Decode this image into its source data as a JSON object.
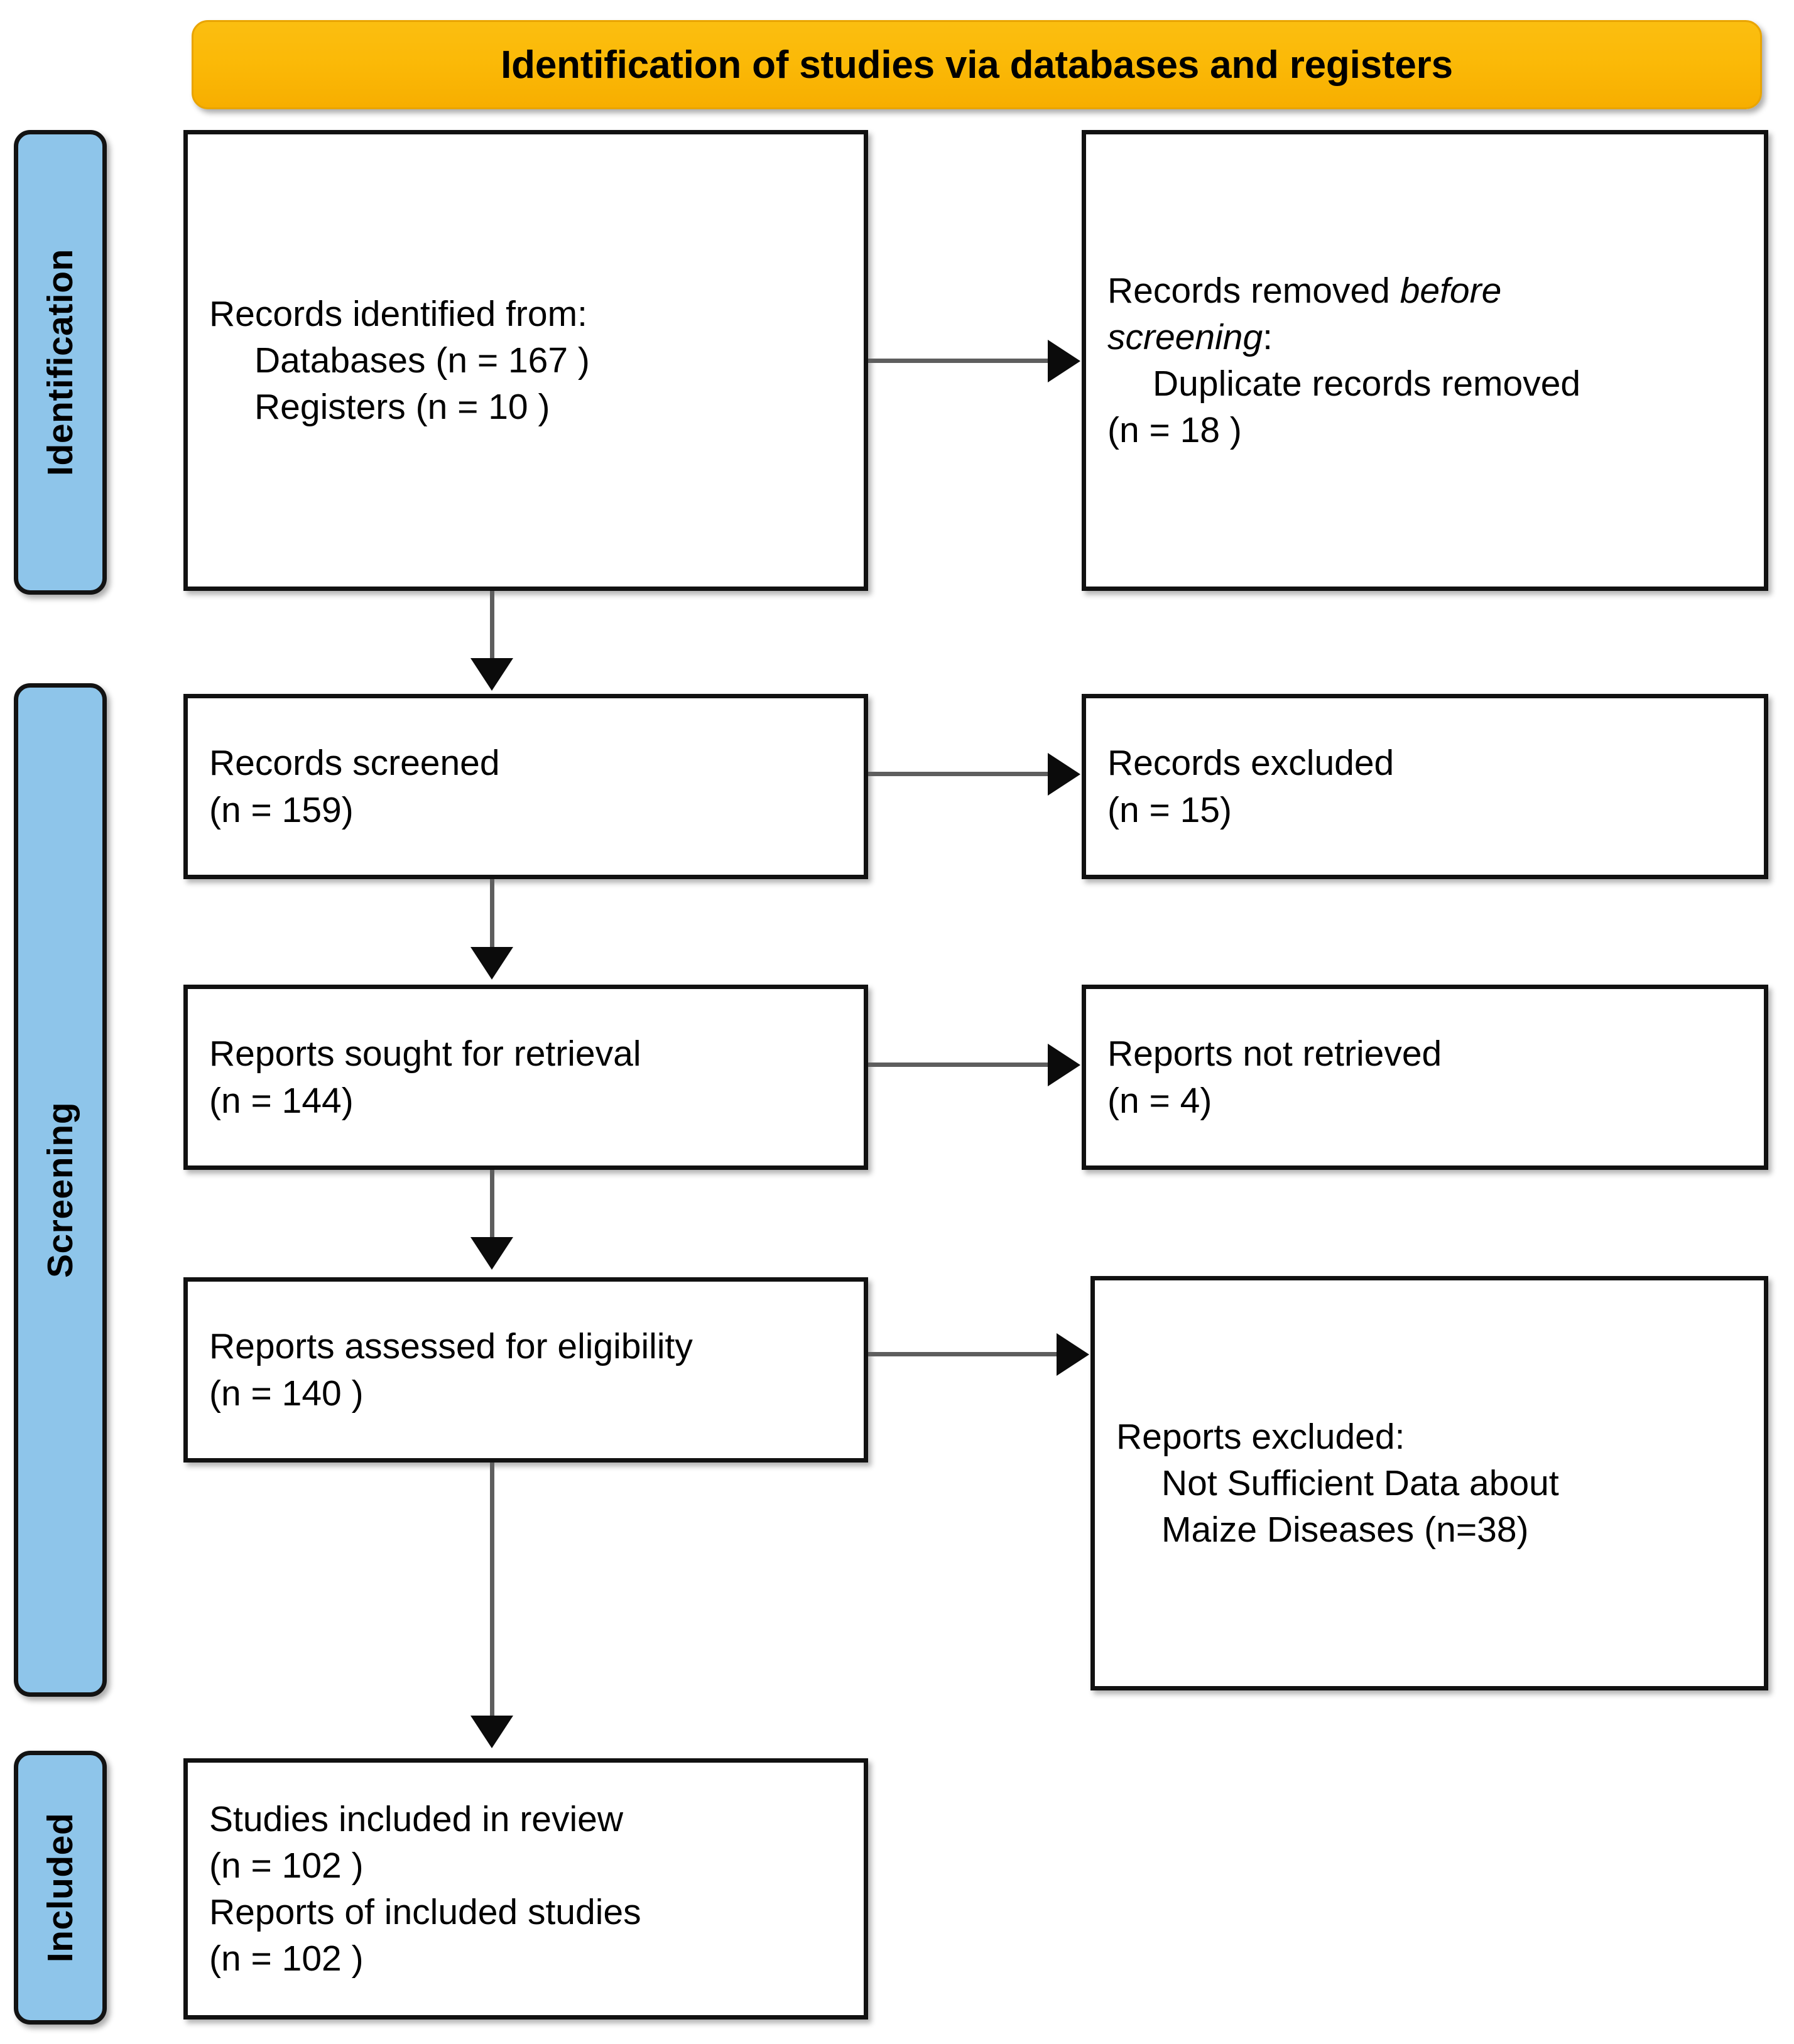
{
  "banner": {
    "title": "Identification of studies via databases and registers",
    "color": "#FBB907"
  },
  "stages": [
    {
      "id": "identification",
      "label": "Identification",
      "color": "#8EC5EA"
    },
    {
      "id": "screening",
      "label": "Screening",
      "color": "#8EC5EA"
    },
    {
      "id": "included",
      "label": "Included",
      "color": "#8EC5EA"
    }
  ],
  "nodes": {
    "identified": {
      "line1": "Records identified from:",
      "line2": "Databases (n = 167 )",
      "line3": "Registers (n = 10 )"
    },
    "removed": {
      "line1_plain": "Records removed ",
      "line1_italic": "before",
      "line2_italic": "screening",
      "line2_plain": ":",
      "line3": "Duplicate records removed",
      "line4": "(n = 18 )"
    },
    "screened": {
      "line1": "Records screened",
      "line2": "(n = 159)"
    },
    "records_excluded": {
      "line1": "Records excluded",
      "line2": "(n = 15)"
    },
    "sought": {
      "line1": "Reports sought for retrieval",
      "line2": "(n = 144)"
    },
    "not_retrieved": {
      "line1": "Reports not retrieved",
      "line2": "(n = 4)"
    },
    "assessed": {
      "line1": "Reports assessed for eligibility",
      "line2": "(n = 140 )"
    },
    "reports_excluded": {
      "line1": "Reports excluded:",
      "line2": "Not Sufficient Data about",
      "line3": "Maize Diseases (n=38)"
    },
    "included": {
      "line1": "Studies included in review",
      "line2": "(n = 102 )",
      "line3": "Reports of included studies",
      "line4": "(n = 102 )"
    }
  }
}
